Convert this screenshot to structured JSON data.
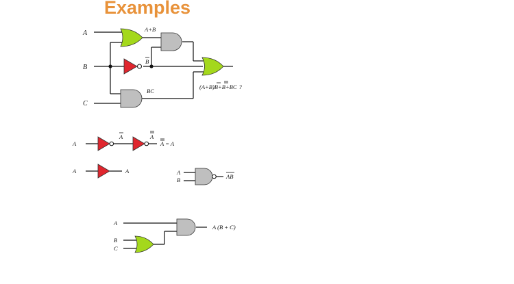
{
  "slide": {
    "title": "Examples"
  },
  "circuit1": {
    "input_a": "A",
    "input_b": "B",
    "input_c": "C",
    "or_output": "A+B",
    "not_output": "B",
    "and_output": "BC",
    "final_expr_pre": "(A+B)",
    "final_expr_b1": "B",
    "final_expr_plus1": "+",
    "final_expr_b2": "B",
    "final_expr_post": "+BC",
    "final_expr_tail": "?"
  },
  "double_not": {
    "input": "A",
    "mid": "A",
    "out": "A",
    "equation_lhs": "A",
    "equation_rhs": "= A"
  },
  "buffer": {
    "input": "A",
    "output": "A"
  },
  "nand": {
    "input_a": "A",
    "input_b": "B",
    "output": "AB"
  },
  "circuit2": {
    "input_a": "A",
    "input_b": "B",
    "input_c": "C",
    "output": "A (B + C)"
  },
  "colors": {
    "title": "#e8923a",
    "or_gate": "#a4d81c",
    "and_gate": "#bfbfbf",
    "not_gate": "#e0262e"
  }
}
